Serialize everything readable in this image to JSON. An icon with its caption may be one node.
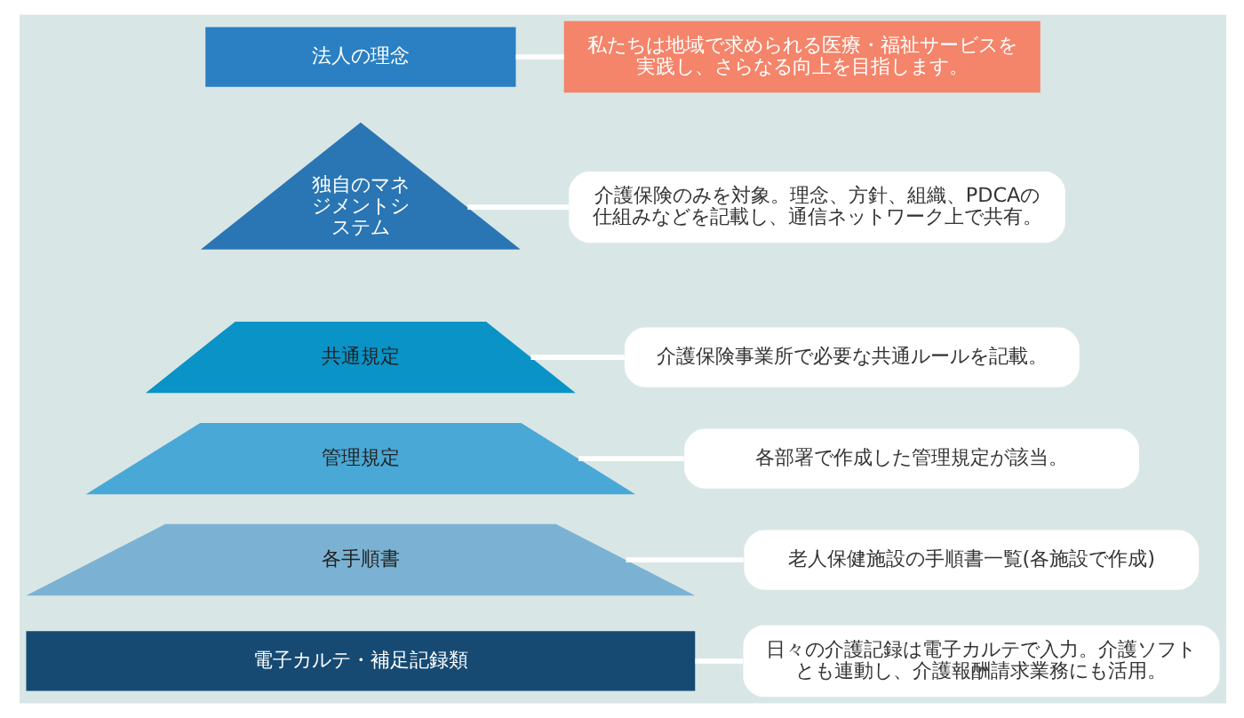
{
  "diagram": {
    "nodes": [
      {
        "text": [
          "法人の理念"
        ]
      },
      {
        "text": [
          "私たちは地域で求められる医療・福祉サービスを実践し、さらなる向上を目指します。"
        ]
      },
      {
        "text": [
          "独自のマネジメントシステム"
        ]
      },
      {
        "text": [
          "介護保険のみを対象。理念、方針、組織、PDCAの仕組みなどを記載し、通信ネットワーク上で共有。"
        ]
      },
      {
        "text": [
          "共通規定"
        ]
      },
      {
        "text": [
          "介護保険事業所で必要な共通ルールを記載。"
        ]
      },
      {
        "text": [
          "管理規定"
        ]
      },
      {
        "text": [
          "各部署で作成した管理規定が該当。"
        ]
      },
      {
        "text": [
          "各手順書"
        ]
      },
      {
        "text": [
          "老人保健施設の手順書一覧(各施設で作成)"
        ]
      },
      {
        "text": [
          "電子カルテ・補足記録類"
        ]
      },
      {
        "text": [
          "日々の介護記録は電子カルテで入力。介護ソフトとも連動し、介護報酬請求業務にも活用。"
        ]
      }
    ],
    "edges": [
      {
        "from": 0,
        "to": 1,
        "arrow": "none"
      },
      {
        "from": 2,
        "to": 3,
        "arrow": "none"
      },
      {
        "from": 4,
        "to": 5,
        "arrow": "none"
      },
      {
        "from": 6,
        "to": 7,
        "arrow": "none"
      },
      {
        "from": 8,
        "to": 9,
        "arrow": "none"
      },
      {
        "from": 10,
        "to": 11,
        "arrow": "none"
      }
    ]
  }
}
